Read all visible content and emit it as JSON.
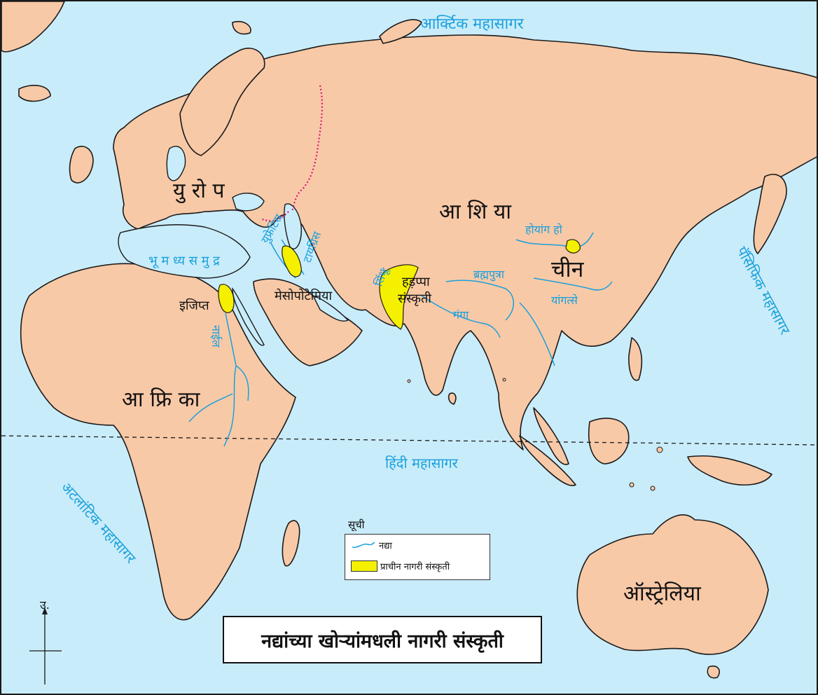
{
  "map": {
    "oceans": {
      "arctic": "आर्क्टिक महासागर",
      "indian": "हिंदी महासागर",
      "pacific": "पॅसिफिक महासागर",
      "atlantic": "अटलांटिक महासागर",
      "mediterranean": "भू म ध्य स मु द्र"
    },
    "continents": {
      "europe": "यु रो प",
      "asia": "आ शि या",
      "africa": "आ फ्रि का",
      "australia": "ऑस्ट्रेलिया"
    },
    "country": {
      "china": "चीन"
    },
    "civilizations": {
      "egypt": "इजिप्त",
      "mesopotamia": "मेसोपोटेमिया",
      "harappa_line1": "हड़प्पा",
      "harappa_line2": "संस्कृती"
    },
    "rivers": {
      "nile": "नाईल",
      "euphrates": "युफ्रेटिस",
      "tigris": "टायग्रिस",
      "sindhu": "सिंधू",
      "ganga": "गंगा",
      "brahmaputra": "ब्रह्मपुत्रा",
      "huang_ho": "होयांग हो",
      "yangtze": "यांगत्से"
    }
  },
  "legend": {
    "title": "सूची",
    "river_label": "नद्या",
    "civilization_label": "प्राचीन नागरी संस्कृती"
  },
  "title": "नद्यांच्या खोऱ्यांमधली नागरी संस्कृती",
  "compass": {
    "north_label": "उ."
  },
  "colors": {
    "sea": "#c9ecfa",
    "land": "#f8c9a7",
    "river": "#1aa0dc",
    "civilization": "#f5f000",
    "boundary": "#e0147a"
  }
}
